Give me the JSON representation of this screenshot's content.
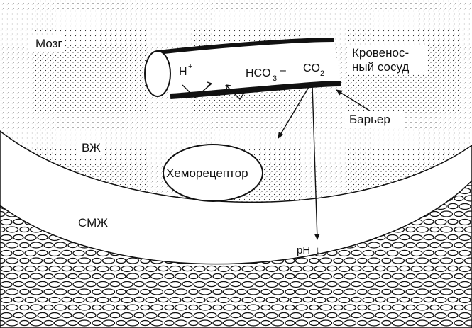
{
  "labels": {
    "brain": "Мозг",
    "vessel_line1": "Кровенос-",
    "vessel_line2": "ный сосуд",
    "barrier": "Барьер",
    "isf": "ВЖ",
    "csf": "СМЖ",
    "chemoreceptor": "Хеморецептор",
    "hydrogen": "H",
    "hydrogen_charge": "+",
    "bicarbonate": "HCO",
    "bicarbonate_sub": "3",
    "bicarbonate_charge": "–",
    "co2": "CO",
    "co2_sub": "2",
    "ph": "pH",
    "ph_arrow": "↓"
  },
  "colors": {
    "ink": "#111111",
    "background": "#ffffff"
  }
}
